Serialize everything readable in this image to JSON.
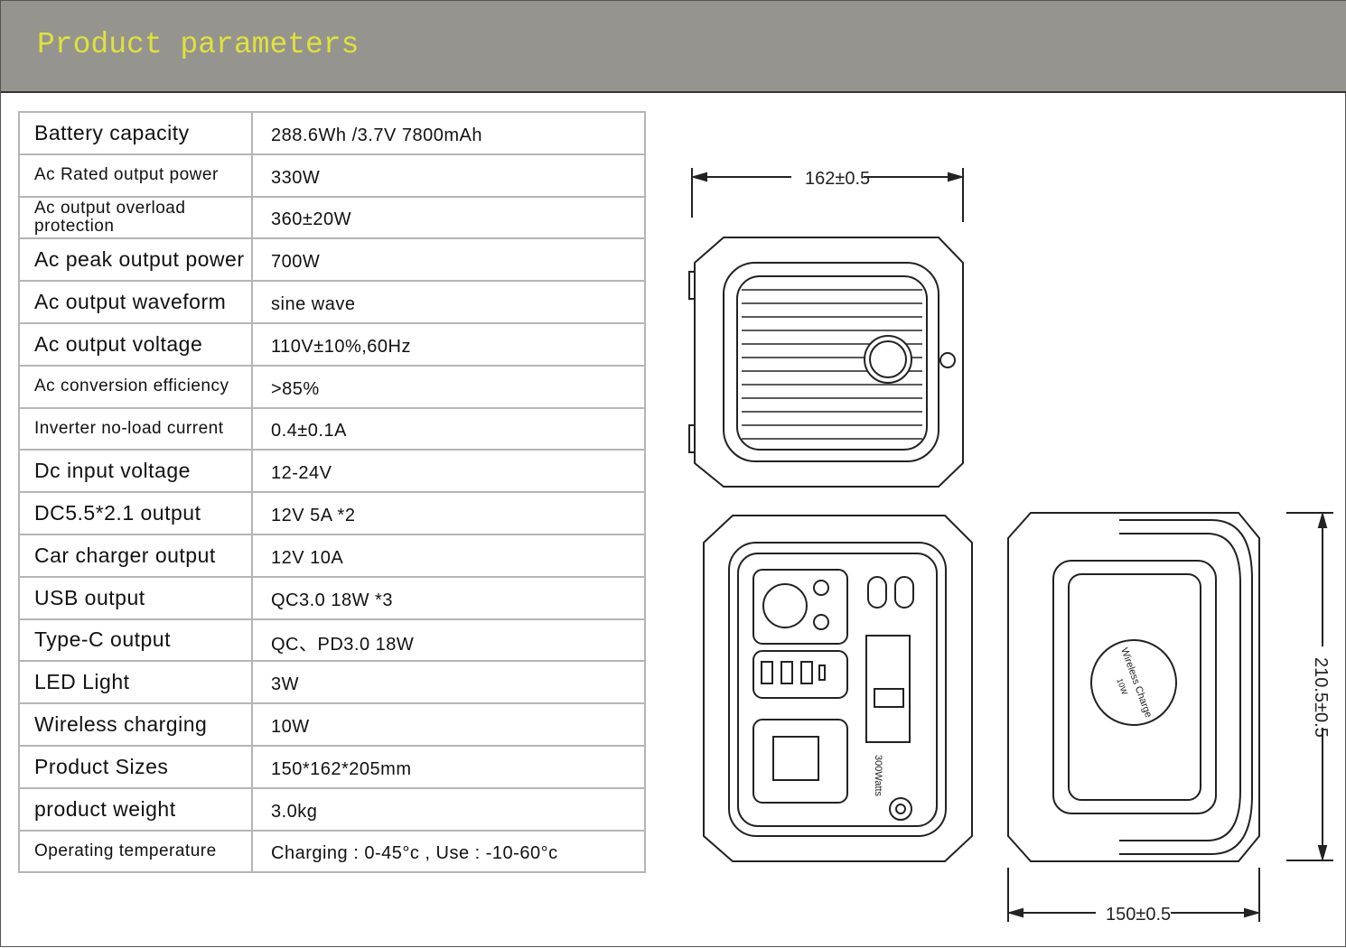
{
  "header": {
    "title": "Product parameters"
  },
  "specs": [
    {
      "label": "Battery capacity",
      "value": "288.6Wh /3.7V 7800mAh"
    },
    {
      "label": "Ac Rated output power",
      "value": "330W"
    },
    {
      "label": "Ac output overload protection",
      "value": "360±20W"
    },
    {
      "label": "Ac peak output power",
      "value": "700W"
    },
    {
      "label": "Ac output waveform",
      "value": "sine wave"
    },
    {
      "label": "Ac output voltage",
      "value": "110V±10%,60Hz"
    },
    {
      "label": "Ac conversion efficiency",
      "value": ">85%"
    },
    {
      "label": "Inverter no-load current",
      "value": "0.4±0.1A"
    },
    {
      "label": "Dc input voltage",
      "value": "12-24V"
    },
    {
      "label": "DC5.5*2.1 output",
      "value": "12V 5A *2"
    },
    {
      "label": "Car charger output",
      "value": "12V 10A"
    },
    {
      "label": "USB output",
      "value": "QC3.0 18W *3"
    },
    {
      "label": "Type-C output",
      "value": "QC、PD3.0 18W"
    },
    {
      "label": "LED Light",
      "value": "3W"
    },
    {
      "label": "Wireless charging",
      "value": "10W"
    },
    {
      "label": "Product Sizes",
      "value": "150*162*205mm"
    },
    {
      "label": "product weight",
      "value": "3.0kg"
    },
    {
      "label": "Operating temperature",
      "value": "Charging : 0-45°c , Use : -10-60°c"
    }
  ],
  "drawing": {
    "width_dim": "162±0.5",
    "height_dim": "210.5±0.5",
    "depth_dim": "150±0.5",
    "wireless_label": "Wireless Charge",
    "wireless_power": "10W",
    "brand_label": "300Watts"
  }
}
